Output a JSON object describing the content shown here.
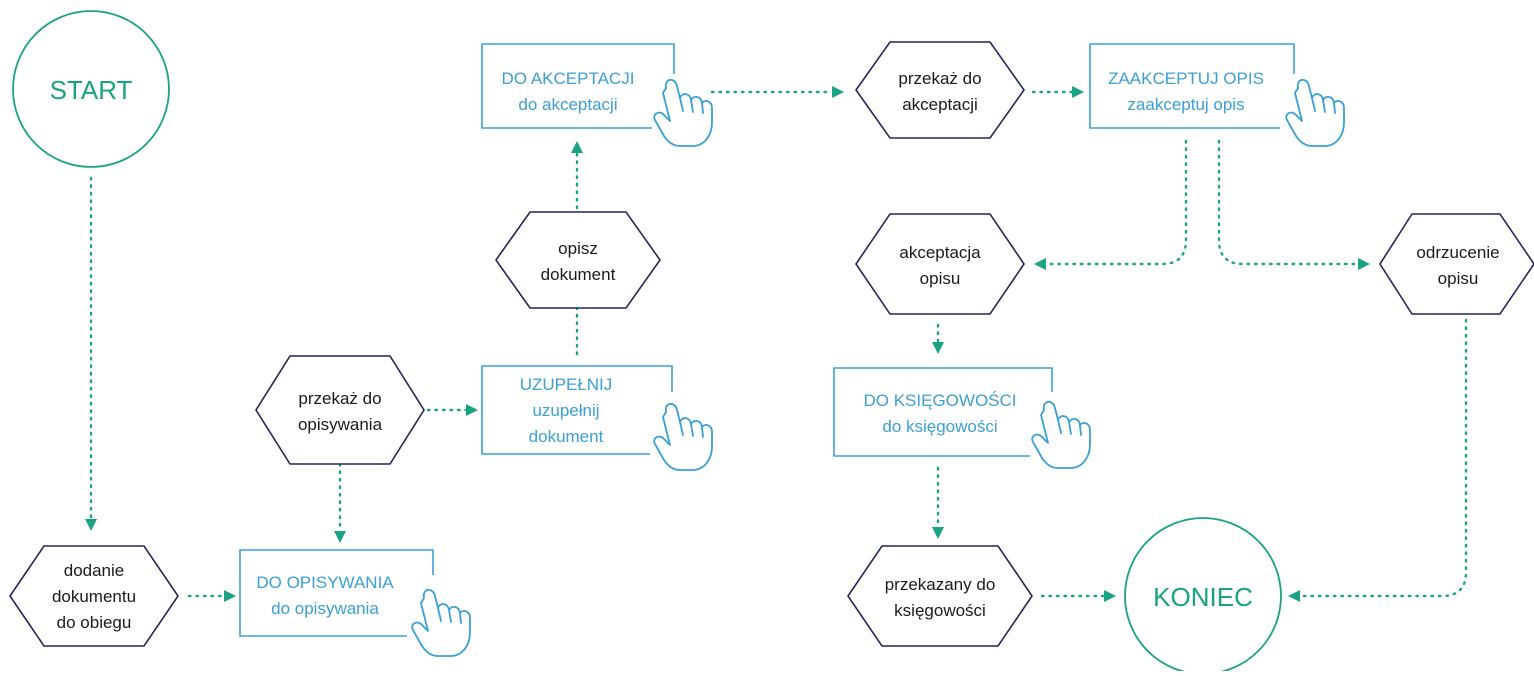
{
  "colors": {
    "hexagon_stroke": "#22265b",
    "box_stroke": "#3aa0d8",
    "circle_and_arrows": "#1aa383",
    "text_dark": "#1b1b1b"
  },
  "start": {
    "label": "START"
  },
  "end": {
    "label": "KONIEC"
  },
  "hexagons": {
    "add_document": [
      "dodanie",
      "dokumentu",
      "do obiegu"
    ],
    "pass_to_describe": [
      "przekaż do",
      "opisywania"
    ],
    "describe_document": [
      "opisz",
      "dokument"
    ],
    "pass_to_accept": [
      "przekaż do",
      "akceptacji"
    ],
    "description_accepted": [
      "akceptacja",
      "opisu"
    ],
    "description_rejected": [
      "odrzucenie",
      "opisu"
    ],
    "passed_to_accounting": [
      "przekazany do",
      "księgowości"
    ]
  },
  "boxes": {
    "to_describe": {
      "status": "DO OPISYWANIA",
      "action": "do opisywania",
      "hand_icon": "pointer-hand-icon"
    },
    "complete": {
      "status": "UZUPEŁNIJ",
      "action_lines": [
        "uzupełnij",
        "dokument"
      ],
      "hand_icon": "pointer-hand-icon"
    },
    "to_accept": {
      "status": "DO AKCEPTACJI",
      "action": "do akceptacji",
      "hand_icon": "pointer-hand-icon"
    },
    "accept_description": {
      "status": "ZAAKCEPTUJ OPIS",
      "action": "zaakceptuj opis",
      "hand_icon": "pointer-hand-icon"
    },
    "to_accounting": {
      "status": "DO KSIĘGOWOŚCI",
      "action": "do księgowości",
      "hand_icon": "pointer-hand-icon"
    }
  }
}
